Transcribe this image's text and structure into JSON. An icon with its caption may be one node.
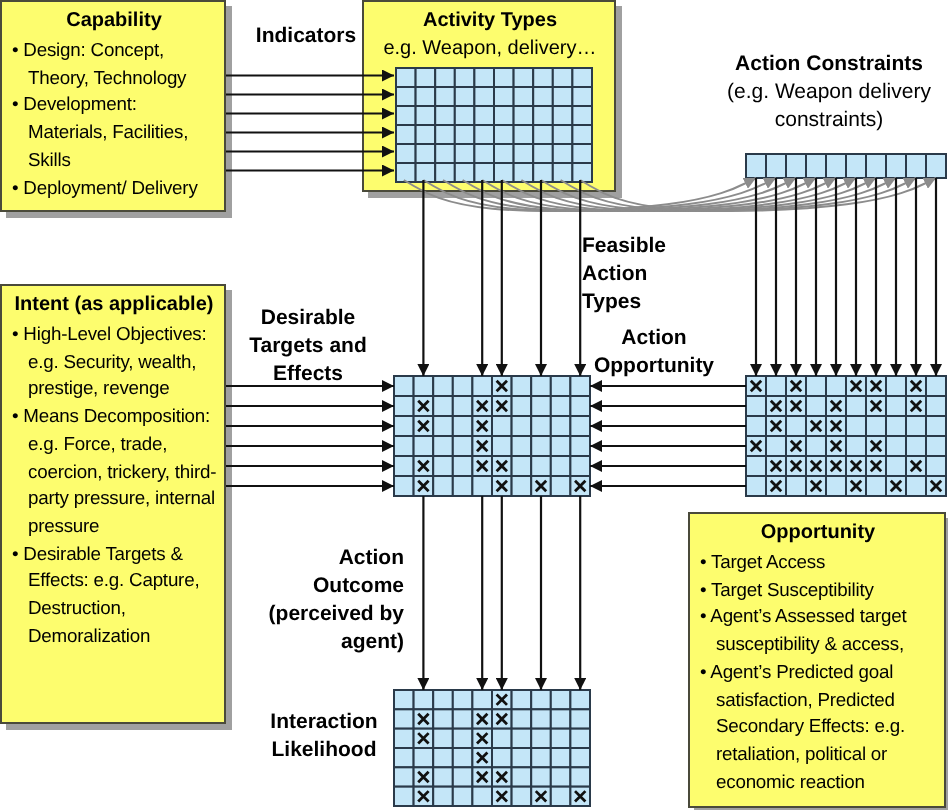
{
  "diagram": {
    "nodes": [
      {
        "text": [
          "Capability",
          "• Design: Concept, Theory, Technology",
          "• Development: Materials, Facilities, Skills",
          "• Deployment/ Delivery"
        ]
      },
      {
        "text": [
          "Activity Types",
          "e.g. Weapon, delivery…"
        ]
      },
      {
        "text": [],
        "shape": "grid",
        "in": 1
      },
      {
        "text": [
          "Action Constraints",
          "(e.g. Weapon delivery constraints)"
        ]
      },
      {
        "text": [
          "Intent (as applicable)",
          "• High-Level Objectives: e.g. Security, wealth, prestige, revenge",
          "• Means Decomposition: e.g. Force, trade, coercion, trickery, third-party pressure, internal pressure",
          "• Desirable Targets & Effects: e.g. Capture, Destruction, Demoralization"
        ]
      },
      {
        "text": [],
        "shape": "grid"
      },
      {
        "text": [],
        "shape": "grid"
      },
      {
        "text": [
          "Opportunity",
          "• Target Access",
          "• Target Susceptibility",
          "• Agent’s Assessed target susceptibility & access,",
          "• Agent’s Predicted goal satisfaction, Predicted Secondary Effects: e.g. retaliation, political or economic reaction"
        ]
      },
      {
        "text": [],
        "shape": "grid"
      }
    ],
    "edges": [
      {
        "from": 0,
        "to": 2,
        "arrow": "to"
      },
      {
        "from": 0,
        "to": 2,
        "arrow": "to"
      },
      {
        "from": 0,
        "to": 2,
        "arrow": "to"
      },
      {
        "from": 0,
        "to": 2,
        "arrow": "to"
      },
      {
        "from": 0,
        "to": 2,
        "arrow": "to"
      },
      {
        "from": 0,
        "to": 2,
        "arrow": "to"
      },
      {
        "from": 2,
        "to": 3,
        "arrow": "to",
        "color": "#8c8c8c"
      },
      {
        "from": 2,
        "to": 3,
        "arrow": "to",
        "color": "#8c8c8c"
      },
      {
        "from": 2,
        "to": 3,
        "arrow": "to",
        "color": "#8c8c8c"
      },
      {
        "from": 2,
        "to": 3,
        "arrow": "to",
        "color": "#8c8c8c"
      },
      {
        "from": 2,
        "to": 3,
        "arrow": "to",
        "color": "#8c8c8c"
      },
      {
        "from": 2,
        "to": 3,
        "arrow": "to",
        "color": "#8c8c8c"
      },
      {
        "from": 2,
        "to": 3,
        "arrow": "to",
        "color": "#8c8c8c"
      },
      {
        "from": 2,
        "to": 3,
        "arrow": "to",
        "color": "#8c8c8c"
      },
      {
        "from": 2,
        "to": 3,
        "arrow": "to",
        "color": "#8c8c8c"
      },
      {
        "from": 2,
        "to": 3,
        "arrow": "to",
        "color": "#8c8c8c"
      },
      {
        "from": 2,
        "to": 5,
        "arrow": "to"
      },
      {
        "from": 2,
        "to": 5,
        "arrow": "to"
      },
      {
        "from": 2,
        "to": 5,
        "arrow": "to"
      },
      {
        "from": 2,
        "to": 5,
        "arrow": "to"
      },
      {
        "from": 2,
        "to": 5,
        "arrow": "to"
      },
      {
        "from": 4,
        "to": 5,
        "arrow": "to"
      },
      {
        "from": 4,
        "to": 5,
        "arrow": "to"
      },
      {
        "from": 4,
        "to": 5,
        "arrow": "to"
      },
      {
        "from": 4,
        "to": 5,
        "arrow": "to"
      },
      {
        "from": 4,
        "to": 5,
        "arrow": "to"
      },
      {
        "from": 4,
        "to": 5,
        "arrow": "to"
      },
      {
        "from": 6,
        "to": 5,
        "arrow": "to"
      },
      {
        "from": 6,
        "to": 5,
        "arrow": "to"
      },
      {
        "from": 6,
        "to": 5,
        "arrow": "to"
      },
      {
        "from": 6,
        "to": 5,
        "arrow": "to"
      },
      {
        "from": 6,
        "to": 5,
        "arrow": "to"
      },
      {
        "from": 6,
        "to": 5,
        "arrow": "to"
      },
      {
        "from": 3,
        "to": 6,
        "arrow": "to"
      },
      {
        "from": 3,
        "to": 6,
        "arrow": "to"
      },
      {
        "from": 3,
        "to": 6,
        "arrow": "to"
      },
      {
        "from": 3,
        "to": 6,
        "arrow": "to"
      },
      {
        "from": 3,
        "to": 6,
        "arrow": "to"
      },
      {
        "from": 3,
        "to": 6,
        "arrow": "to"
      },
      {
        "from": 3,
        "to": 6,
        "arrow": "to"
      },
      {
        "from": 3,
        "to": 6,
        "arrow": "to"
      },
      {
        "from": 3,
        "to": 6,
        "arrow": "to"
      },
      {
        "from": 3,
        "to": 6,
        "arrow": "to"
      },
      {
        "from": 5,
        "to": 8,
        "arrow": "to"
      },
      {
        "from": 5,
        "to": 8,
        "arrow": "to"
      },
      {
        "from": 5,
        "to": 8,
        "arrow": "to"
      },
      {
        "from": 5,
        "to": 8,
        "arrow": "to"
      },
      {
        "from": 5,
        "to": 8,
        "arrow": "to"
      }
    ],
    "labels": [
      "Indicators",
      "Feasible Action Types",
      "Desirable Targets and Effects",
      "Action Opportunity",
      "Action Outcome (perceived by agent)",
      "Interaction Likelihood"
    ]
  }
}
